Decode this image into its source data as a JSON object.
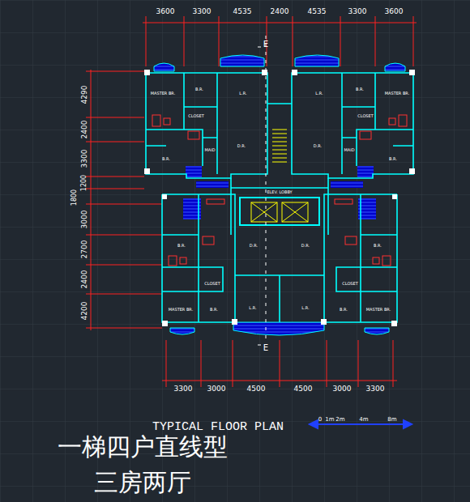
{
  "diagram": {
    "title": "TYPICAL FLOOR PLAN",
    "labels": [
      "3600",
      "3300",
      "4535",
      "2400",
      "4535",
      "3300",
      "3600",
      "4290",
      "2400",
      "3300",
      "1200",
      "1800",
      "3000",
      "2700",
      "2400",
      "4200",
      "3300",
      "3000",
      "4500",
      "4500",
      "3000",
      "3300",
      "E",
      "E",
      "MASTER BR.",
      "B.R.",
      "CLOSET",
      "L.R.",
      "D.R.",
      "MAID",
      "B.R.",
      "L.R.",
      "B.R.",
      "MASTER BR.",
      "CLOSET",
      "D.R.",
      "MAID",
      "B.R.",
      "ELEV. LOBBY",
      "B.R.",
      "D.R.",
      "CLOSET",
      "MASTER BR.",
      "B.R.",
      "L.R.",
      "D.R.",
      "B.R.",
      "CLOSET",
      "L.R.",
      "B.R.",
      "MASTER BR.",
      "0",
      "1m",
      "2m",
      "4m",
      "8m",
      "一梯四户直线型",
      "三房两厅"
    ]
  }
}
